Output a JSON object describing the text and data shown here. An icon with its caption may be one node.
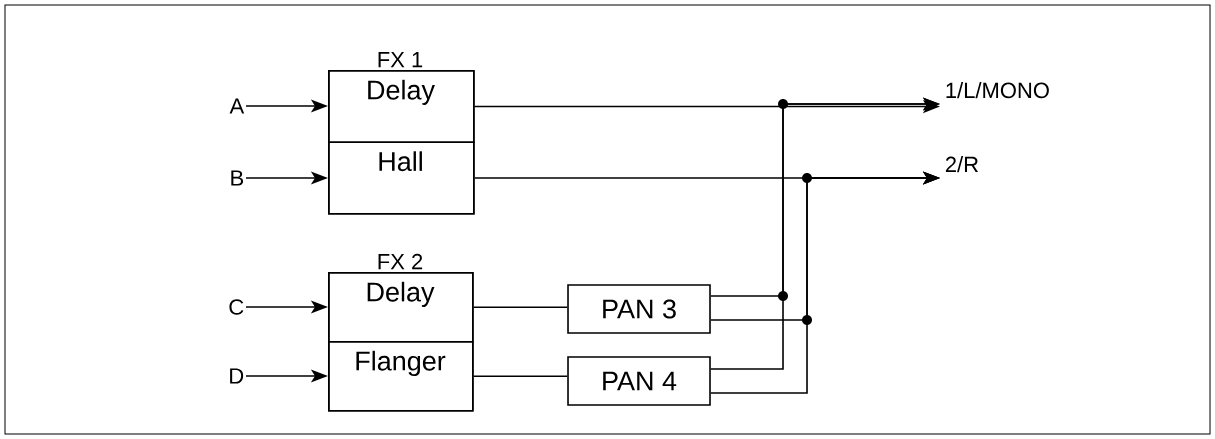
{
  "diagram": {
    "nodes": [
      {
        "text": [
          "A"
        ]
      },
      {
        "text": [
          "B"
        ]
      },
      {
        "text": [
          "C"
        ]
      },
      {
        "text": [
          "D"
        ]
      },
      {
        "text": [
          "FX 1"
        ]
      },
      {
        "text": [
          "Delay"
        ],
        "in": 4
      },
      {
        "text": [
          "Hall"
        ],
        "in": 4
      },
      {
        "text": [
          "FX 2"
        ]
      },
      {
        "text": [
          "Delay"
        ],
        "in": 7
      },
      {
        "text": [
          "Flanger"
        ],
        "in": 7
      },
      {
        "text": [
          "PAN 3"
        ]
      },
      {
        "text": [
          "PAN 4"
        ]
      },
      {
        "text": [
          "1/L/MONO"
        ]
      },
      {
        "text": [
          "2/R"
        ]
      }
    ],
    "edges": [
      {
        "from": 0,
        "to": 5,
        "arrow": "to"
      },
      {
        "from": 1,
        "to": 6,
        "arrow": "to"
      },
      {
        "from": 2,
        "to": 8,
        "arrow": "to"
      },
      {
        "from": 3,
        "to": 9,
        "arrow": "to"
      },
      {
        "from": 5,
        "to": 12,
        "arrow": "to"
      },
      {
        "from": 6,
        "to": 13,
        "arrow": "to"
      },
      {
        "from": 8,
        "to": 10,
        "arrow": "none"
      },
      {
        "from": 9,
        "to": 11,
        "arrow": "none"
      },
      {
        "from": 10,
        "to": 12,
        "arrow": "to"
      },
      {
        "from": 10,
        "to": 13,
        "arrow": "to"
      },
      {
        "from": 11,
        "to": 12,
        "arrow": "to"
      },
      {
        "from": 11,
        "to": 13,
        "arrow": "to"
      }
    ]
  }
}
